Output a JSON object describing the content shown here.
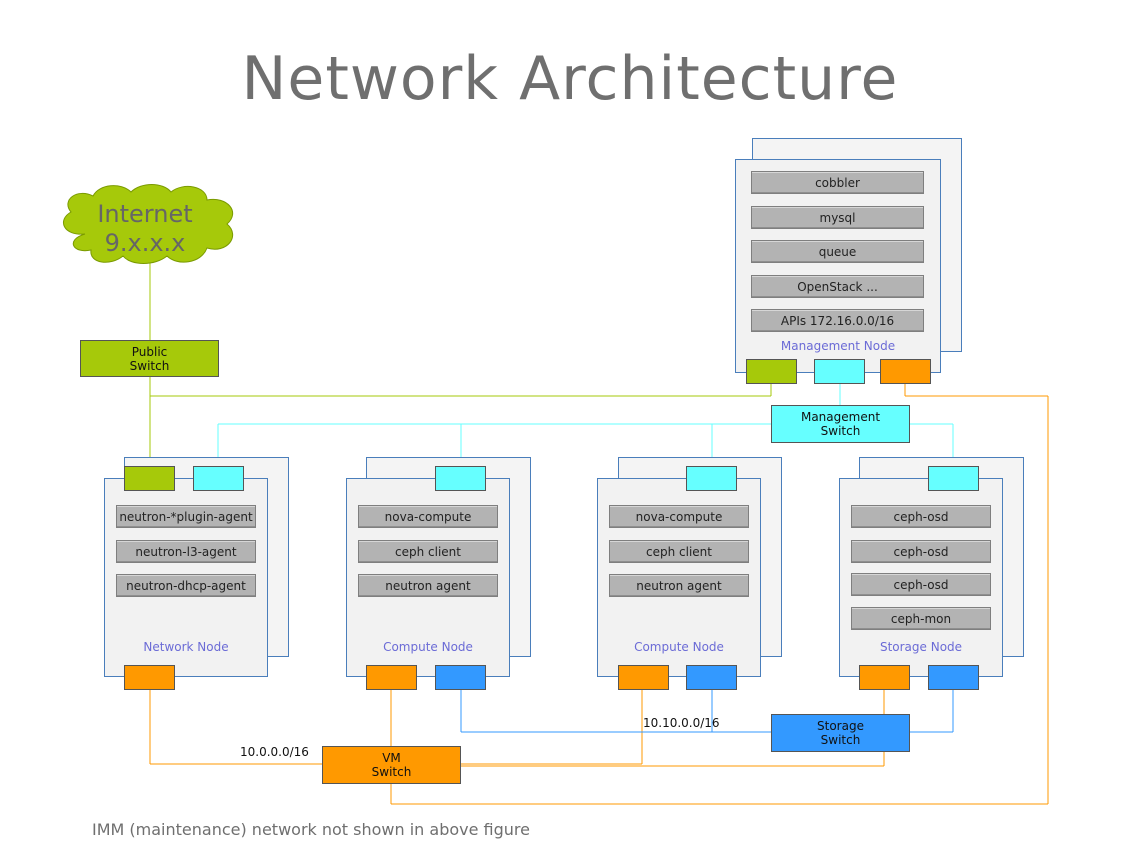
{
  "title": "Network Architecture",
  "footnote": "IMM (maintenance) network not shown in above figure",
  "internet": {
    "line1": "Internet",
    "line2": "9.x.x.x"
  },
  "switches": {
    "public": {
      "line1": "Public",
      "line2": "Switch"
    },
    "management": {
      "line1": "Management",
      "line2": "Switch"
    },
    "storage": {
      "line1": "Storage",
      "line2": "Switch"
    },
    "vm": {
      "line1": "VM",
      "line2": "Switch"
    }
  },
  "networks": {
    "vm_net": "10.0.0.0/16",
    "storage_net": "10.10.0.0/16"
  },
  "nodes": {
    "management": {
      "label": "Management Node",
      "services": [
        "cobbler",
        "mysql",
        "queue",
        "OpenStack ...",
        "APIs 172.16.0.0/16"
      ]
    },
    "network": {
      "label": "Network Node",
      "services": [
        "neutron-*plugin-agent",
        "neutron-l3-agent",
        "neutron-dhcp-agent"
      ]
    },
    "compute1": {
      "label": "Compute Node",
      "services": [
        "nova-compute",
        "ceph client",
        "neutron agent"
      ]
    },
    "compute2": {
      "label": "Compute Node",
      "services": [
        "nova-compute",
        "ceph client",
        "neutron agent"
      ]
    },
    "storage": {
      "label": "Storage Node",
      "services": [
        "ceph-osd",
        "ceph-osd",
        "ceph-osd",
        "ceph-mon"
      ]
    }
  },
  "colors": {
    "public_net": "#a6c90a",
    "management_net": "#66ffff",
    "vm_net": "#ff9900",
    "storage_net": "#3399ff",
    "node_border": "#4a7ebb",
    "service_fill": "#b3b3b3"
  }
}
